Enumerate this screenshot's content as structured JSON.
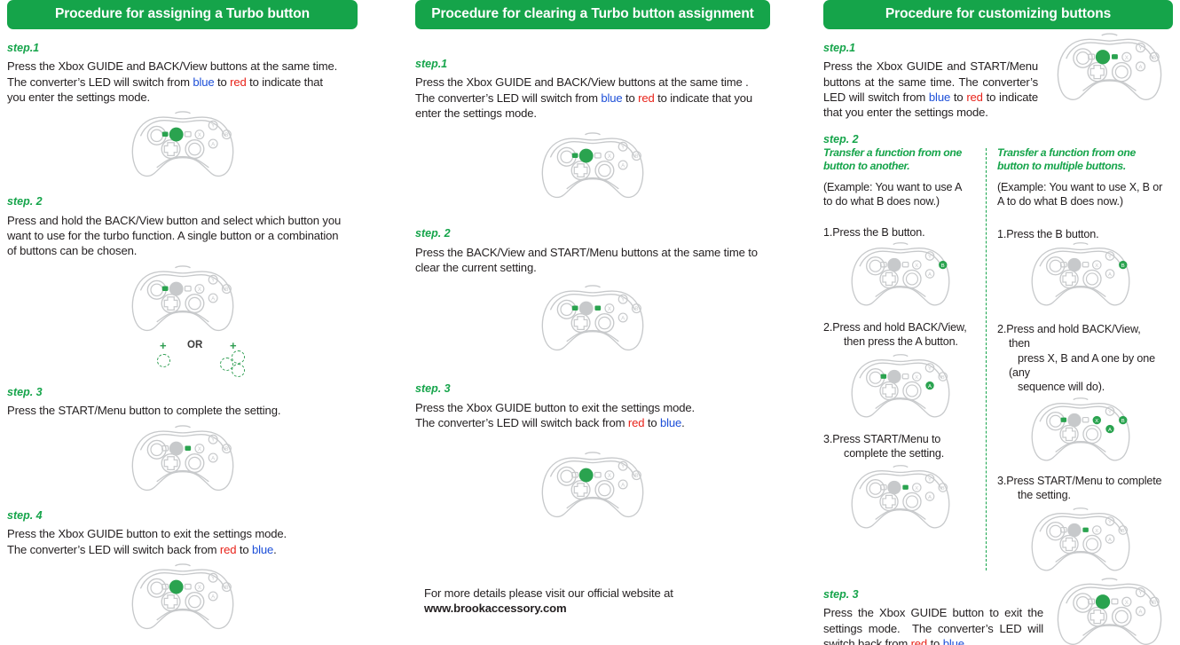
{
  "colors": {
    "brand_green": "#15a44a",
    "blue_word": "#1d4fd8",
    "red_word": "#e8231a",
    "controller_outline": "#c7c9cb",
    "highlight": "#2aa34f"
  },
  "columns": [
    {
      "id": "assign-turbo",
      "banner": "Procedure for assigning a Turbo button",
      "steps": [
        {
          "label": "step.1",
          "text_parts": [
            "Press the Xbox GUIDE and BACK/View buttons at the same time. The converter's LED will switch from ",
            "blue",
            " to ",
            "red",
            " to indicate that you enter the settings mode."
          ],
          "text": "Press the Xbox GUIDE and BACK/View buttons at the same time. The converter's LED will switch from blue to red to indicate that you enter the settings mode."
        },
        {
          "label": "step. 2",
          "text": "Press and hold the BACK/View button and select which button you want to use for the turbo function. A single button or a combination of buttons can be chosen."
        },
        {
          "label": "step. 3",
          "text": "Press the START/Menu button to complete the setting."
        },
        {
          "label": "step. 4",
          "text": "Press the Xbox GUIDE button to exit the settings mode. The converter's LED will switch back from red to blue."
        }
      ],
      "or_row": {
        "plus_left": "+",
        "or": "OR",
        "plus_right": "+"
      }
    },
    {
      "id": "clear-turbo",
      "banner": "Procedure for clearing a Turbo button assignment",
      "steps": [
        {
          "label": "step.1",
          "text": "Press the Xbox GUIDE and BACK/View buttons at the same time . The converter's LED will switch from blue to red to indicate that you enter the settings mode."
        },
        {
          "label": "step. 2",
          "text": "Press the BACK/View and START/Menu buttons at the same time to clear the current setting."
        },
        {
          "label": "step. 3",
          "text": "Press the Xbox GUIDE button to exit the settings mode. The converter's LED will switch back from red to blue."
        }
      ],
      "footer": {
        "line1": "For more details please visit our official website at",
        "line2": "www.brookaccessory.com"
      }
    },
    {
      "id": "customize-buttons",
      "banner": "Procedure for customizing buttons",
      "step1": {
        "label": "step.1",
        "text": "Press the Xbox GUIDE and START/Menu buttons at the same time. The converter's LED will switch from blue to red to indicate that you enter the settings mode."
      },
      "step2": {
        "label": "step. 2",
        "left": {
          "heading": "Transfer a function from one button to another.",
          "example": "(Example: You want to use A to do what B does now.)",
          "items": [
            "1.Press the B button.",
            "2.Press and hold BACK/View, then press the A button.",
            "3.Press START/Menu to complete the setting."
          ]
        },
        "right": {
          "heading": "Transfer a function from one button to multiple buttons.",
          "example": "(Example: You want to use X, B or A to do what B does now.)",
          "items": [
            "1.Press the B button.",
            "2.Press and hold BACK/View, then press X, B and A one by one (any sequence will do).",
            "3.Press START/Menu to complete the setting."
          ]
        }
      },
      "step3": {
        "label": "step. 3",
        "text": "Press the Xbox GUIDE button to exit the settings mode.  The converter's LED will switch back from red to blue."
      }
    }
  ],
  "controller_face_labels": {
    "y": "Y",
    "x": "X",
    "b": "B",
    "a": "A"
  },
  "words": {
    "blue": "blue",
    "red": "red",
    "to": "to"
  }
}
